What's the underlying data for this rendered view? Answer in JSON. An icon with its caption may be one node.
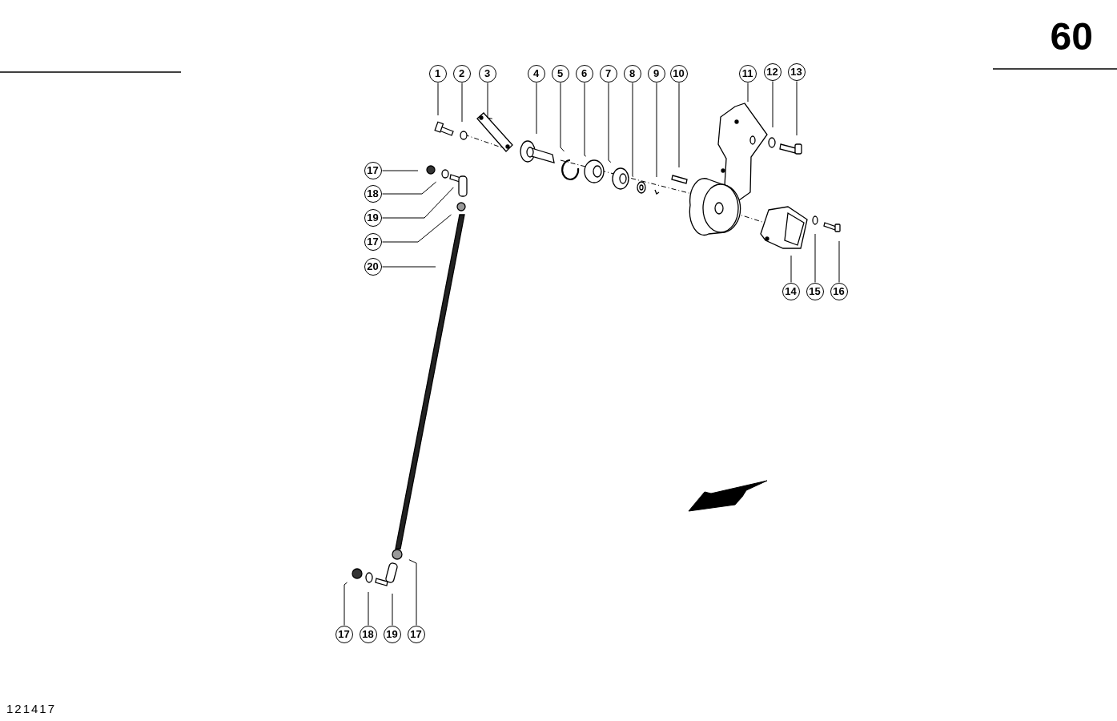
{
  "diagram": {
    "nodes": [
      {
        "text": [
          "1"
        ]
      },
      {
        "text": [
          "2"
        ]
      },
      {
        "text": [
          "3"
        ]
      },
      {
        "text": [
          "4"
        ]
      },
      {
        "text": [
          "5"
        ]
      },
      {
        "text": [
          "6"
        ]
      },
      {
        "text": [
          "7"
        ]
      },
      {
        "text": [
          "8"
        ]
      },
      {
        "text": [
          "9"
        ]
      },
      {
        "text": [
          "10"
        ]
      },
      {
        "text": [
          "11"
        ]
      },
      {
        "text": [
          "12"
        ]
      },
      {
        "text": [
          "13"
        ]
      },
      {
        "text": [
          "17"
        ]
      },
      {
        "text": [
          "18"
        ]
      },
      {
        "text": [
          "19"
        ]
      },
      {
        "text": [
          "17"
        ]
      },
      {
        "text": [
          "20"
        ]
      },
      {
        "text": [
          "14"
        ]
      },
      {
        "text": [
          "15"
        ]
      },
      {
        "text": [
          "16"
        ]
      },
      {
        "text": [
          "17"
        ]
      },
      {
        "text": [
          "18"
        ]
      },
      {
        "text": [
          "19"
        ]
      },
      {
        "text": [
          "17"
        ]
      }
    ],
    "edges": [
      {
        "from": 0,
        "to": null,
        "arrow": "none"
      },
      {
        "from": 1,
        "to": null,
        "arrow": "none"
      },
      {
        "from": 2,
        "to": null,
        "arrow": "none"
      },
      {
        "from": 3,
        "to": null,
        "arrow": "none"
      },
      {
        "from": 4,
        "to": null,
        "arrow": "none"
      },
      {
        "from": 5,
        "to": null,
        "arrow": "none"
      },
      {
        "from": 6,
        "to": null,
        "arrow": "none"
      },
      {
        "from": 7,
        "to": null,
        "arrow": "none"
      },
      {
        "from": 8,
        "to": null,
        "arrow": "none"
      },
      {
        "from": 9,
        "to": null,
        "arrow": "none"
      },
      {
        "from": 10,
        "to": null,
        "arrow": "none"
      },
      {
        "from": 11,
        "to": null,
        "arrow": "none"
      },
      {
        "from": 12,
        "to": null,
        "arrow": "none"
      },
      {
        "from": 13,
        "to": null,
        "arrow": "none"
      },
      {
        "from": 14,
        "to": null,
        "arrow": "none"
      },
      {
        "from": 15,
        "to": null,
        "arrow": "none"
      },
      {
        "from": 16,
        "to": null,
        "arrow": "none"
      },
      {
        "from": 17,
        "to": null,
        "arrow": "none"
      },
      {
        "from": 18,
        "to": null,
        "arrow": "none"
      },
      {
        "from": 19,
        "to": null,
        "arrow": "none"
      },
      {
        "from": 20,
        "to": null,
        "arrow": "none"
      },
      {
        "from": 21,
        "to": null,
        "arrow": "none"
      },
      {
        "from": 22,
        "to": null,
        "arrow": "none"
      },
      {
        "from": 23,
        "to": null,
        "arrow": "none"
      },
      {
        "from": 24,
        "to": null,
        "arrow": "none"
      }
    ],
    "labels": [
      "60",
      "121417"
    ]
  }
}
